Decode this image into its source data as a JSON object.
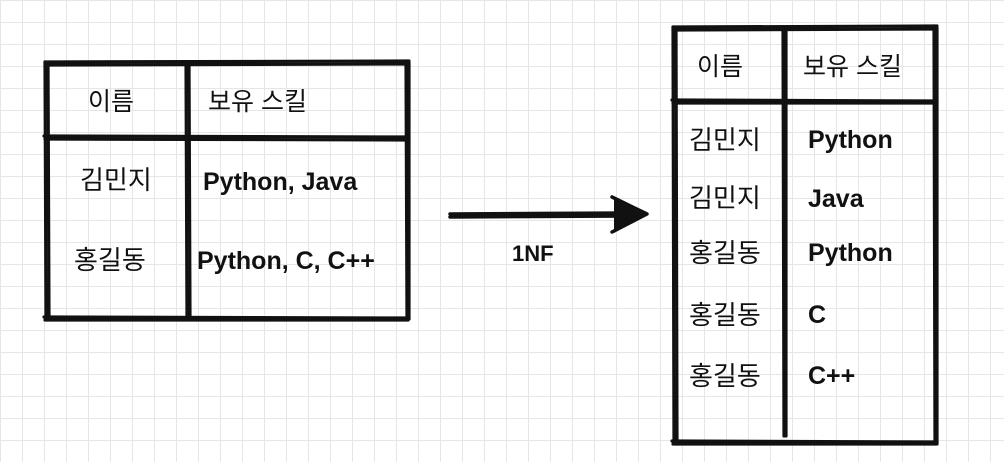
{
  "left_table": {
    "headers": [
      "이름",
      "보유 스킬"
    ],
    "rows": [
      [
        "김민지",
        "Python, Java"
      ],
      [
        "홍길동",
        "Python, C, C++"
      ]
    ]
  },
  "arrow": {
    "label": "1NF"
  },
  "right_table": {
    "headers": [
      "이름",
      "보유 스킬"
    ],
    "rows": [
      [
        "김민지",
        "Python"
      ],
      [
        "김민지",
        "Java"
      ],
      [
        "홍길동",
        "Python"
      ],
      [
        "홍길동",
        "C"
      ],
      [
        "홍길동",
        "C++"
      ]
    ]
  },
  "colors": {
    "ink": "#111111",
    "grid": "#e6e6e6",
    "background": "#ffffff"
  }
}
